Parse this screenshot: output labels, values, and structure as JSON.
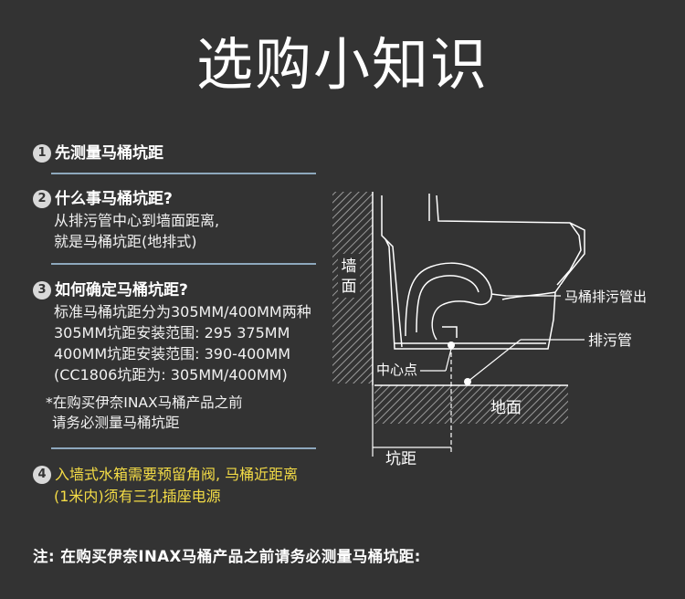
{
  "title": "选购小知识",
  "s1": {
    "num": "1",
    "head": "先测量马桶坑距"
  },
  "s2": {
    "num": "2",
    "head": "什么事马桶坑距?",
    "lines": [
      "从排污管中心到墙面距离,",
      "就是马桶坑距(地排式)"
    ]
  },
  "s3": {
    "num": "3",
    "head": "如何确定马桶坑距?",
    "lines": [
      "标准马桶坑距分为305MM/400MM两种",
      "305MM坑距安装范围: 295 375MM",
      "400MM坑距安装范围: 390-400MM",
      "(CC1806坑距为: 305MM/400MM)"
    ],
    "note": [
      "*在购买伊奈INAX马桶产品之前",
      "请务必测量马桶坑距"
    ]
  },
  "s4": {
    "num": "4",
    "lines": [
      "入墙式水箱需要预留角阀, 马桶近距离",
      "(1米内)须有三孔插座电源"
    ]
  },
  "footer": "注: 在购买伊奈INAX马桶产品之前请务必测量马桶坑距:",
  "diagram": {
    "wall": [
      "墙",
      "面"
    ],
    "outlet": "马桶排污管出",
    "pipe": "排污管",
    "center": "中心点",
    "floor": "地面",
    "pit": "坑距"
  },
  "colors": {
    "bg": "#333333",
    "accent": "#f4dc46",
    "divider": "#8ea8bd"
  }
}
